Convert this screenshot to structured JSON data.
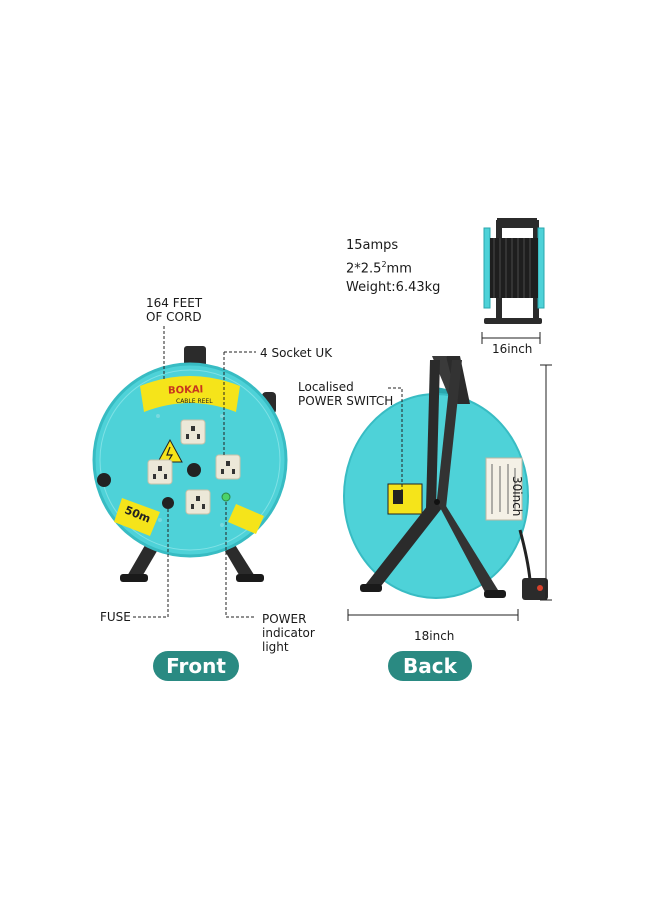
{
  "specs": {
    "current": "15amps",
    "cross_section": "2*2.5",
    "cross_section_sup": "2",
    "cross_section_unit": "mm",
    "weight": "Weight:6.43kg"
  },
  "front": {
    "cord_label_line1": "164 FEET",
    "cord_label_line2": "OF CORD",
    "socket_label": "4 Socket UK",
    "fuse_label": "FUSE",
    "power_label_line1": "POWER",
    "power_label_line2": "indicator",
    "power_label_line3": "light",
    "brand": "BOKAI",
    "reel_label": "CABLE REEL",
    "length_badge": "50m",
    "button": "Front"
  },
  "back": {
    "switch_label_line1": "Localised",
    "switch_label_line2": "POWER SWITCH",
    "width_label": "18inch",
    "height_label": "30inch",
    "button": "Back"
  },
  "side": {
    "depth_label": "16inch"
  },
  "colors": {
    "reel": "#4ed2d8",
    "reel_rim": "#38bcc3",
    "frame": "#2b2b2b",
    "badge": "#f5e41a",
    "button": "#2a8a82"
  }
}
